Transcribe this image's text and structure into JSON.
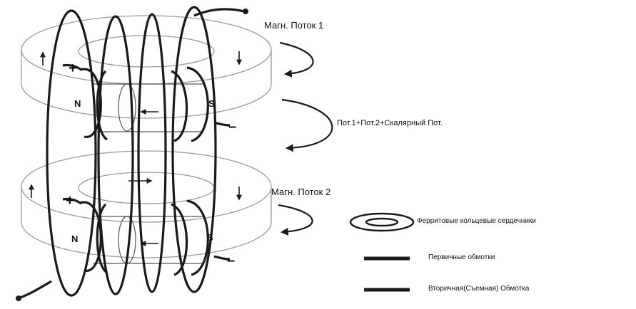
{
  "labels": {
    "flux1": "Магн. Поток 1",
    "flux2": "Магн. Поток 2",
    "flux_sum": "Пот.1+Пот.2+Скалярный Пот."
  },
  "poles": {
    "top_n": "N",
    "top_s": "S",
    "bottom_n": "N",
    "bottom_s": "S"
  },
  "signs": {
    "top_plus": "+",
    "top_minus": "–",
    "bottom_plus": "+",
    "bottom_minus": "–"
  },
  "legend": {
    "ferrite": "Ферритовые кольцевые сердечники",
    "primary": "Первичные обмотки",
    "secondary": "Вторичная(Съемная) Обмотка"
  },
  "colors": {
    "ink": "#1a1a1a",
    "ring_outline": "#9a9a9a",
    "thick_line": "#2b2b2b"
  }
}
